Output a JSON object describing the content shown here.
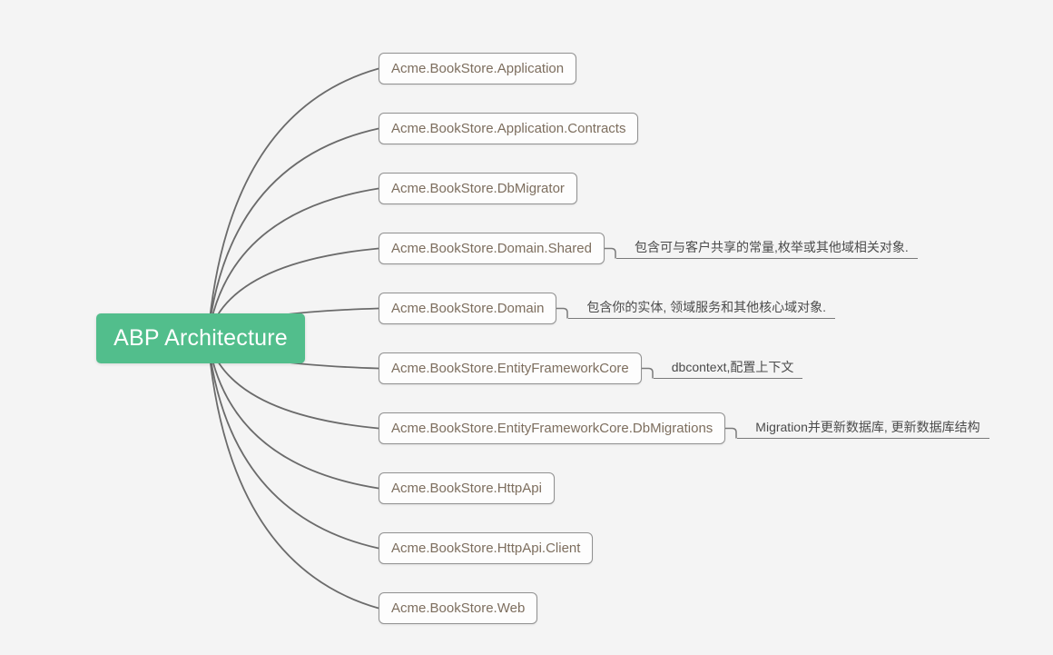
{
  "root": {
    "label": "ABP Architecture"
  },
  "children": [
    {
      "label": "Acme.BookStore.Application"
    },
    {
      "label": "Acme.BookStore.Application.Contracts"
    },
    {
      "label": "Acme.BookStore.DbMigrator"
    },
    {
      "label": "Acme.BookStore.Domain.Shared",
      "note": "包含可与客户共享的常量,枚举或其他域相关对象."
    },
    {
      "label": "Acme.BookStore.Domain",
      "note": "包含你的实体, 领域服务和其他核心域对象."
    },
    {
      "label": "Acme.BookStore.EntityFrameworkCore",
      "note": "dbcontext,配置上下文"
    },
    {
      "label": "Acme.BookStore.EntityFrameworkCore.DbMigrations",
      "note": "Migration并更新数据库, 更新数据库结构"
    },
    {
      "label": "Acme.BookStore.HttpApi"
    },
    {
      "label": "Acme.BookStore.HttpApi.Client"
    },
    {
      "label": "Acme.BookStore.Web"
    }
  ],
  "colors": {
    "canvas_bg": "#f4f4f4",
    "root_bg": "#52be8c",
    "root_text": "#ffffff",
    "node_border": "#909090",
    "node_bg": "#fdfdfd",
    "node_text": "#7d6e5e",
    "branch": "#6b6b6b",
    "note_text": "#4b4b4b"
  }
}
